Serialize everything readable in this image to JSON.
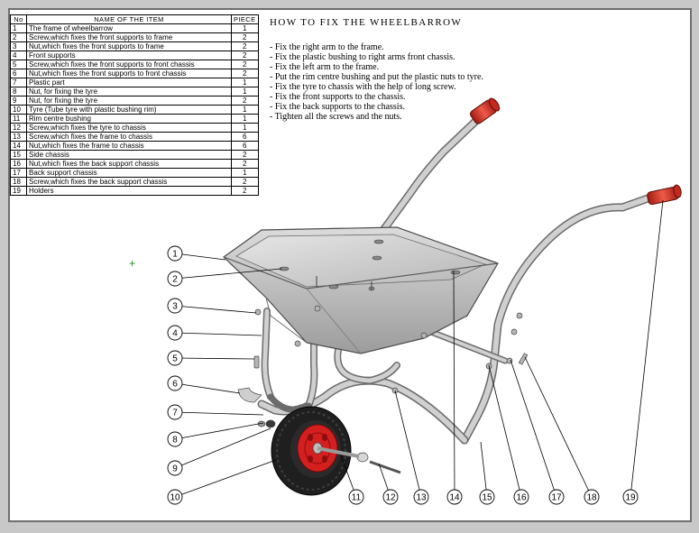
{
  "table": {
    "headers": {
      "no": "No",
      "name": "NAME OF THE ITEM",
      "piece": "PIECE"
    },
    "rows": [
      {
        "no": "1",
        "name": "The frame of wheelbarrow",
        "piece": "1"
      },
      {
        "no": "2",
        "name": "Screw,which fixes the front supports to frame",
        "piece": "2"
      },
      {
        "no": "3",
        "name": "Nut,which fixes the front supports to frame",
        "piece": "2"
      },
      {
        "no": "4",
        "name": "Front supports",
        "piece": "2"
      },
      {
        "no": "5",
        "name": "Screw,which fixes the front supports to front chassis",
        "piece": "2"
      },
      {
        "no": "6",
        "name": "Nut,which fixes the front supports to front chassis",
        "piece": "2"
      },
      {
        "no": "7",
        "name": "Plastic part",
        "piece": "1"
      },
      {
        "no": "8",
        "name": "Nut, for fixing the tyre",
        "piece": "1"
      },
      {
        "no": "9",
        "name": "Nut, for fixing the tyre",
        "piece": "2"
      },
      {
        "no": "10",
        "name": "Tyre (Tube tyre with plastic bushing rim)",
        "piece": "1"
      },
      {
        "no": "11",
        "name": "Rim centre bushing",
        "piece": "1"
      },
      {
        "no": "12",
        "name": "Screw,which fixes the tyre to chassis",
        "piece": "1"
      },
      {
        "no": "13",
        "name": "Screw,which fixes the frame to chassis",
        "piece": "6"
      },
      {
        "no": "14",
        "name": "Nut,which fixes the frame to chassis",
        "piece": "6"
      },
      {
        "no": "15",
        "name": "Side chassis",
        "piece": "2"
      },
      {
        "no": "16",
        "name": "Nut,which fixes the back support chassis",
        "piece": "2"
      },
      {
        "no": "17",
        "name": "Back support chassis",
        "piece": "1"
      },
      {
        "no": "18",
        "name": "Screw,which fixes the back support chassis",
        "piece": "2"
      },
      {
        "no": "19",
        "name": "Holders",
        "piece": "2"
      }
    ]
  },
  "instructions": {
    "title": "HOW TO FIX THE WHEELBARROW",
    "steps": [
      "- Fix the right arm  to the frame.",
      "- Fix  the plastic bushing to right arms front  chassis.",
      "- Fix the left arm  to the frame.",
      "- Put the rim centre bushing and put the plastic nuts to tyre.",
      "- Fix the tyre to chassis with the help of long screw.",
      "- Fix the front  supports to the chassis.",
      "- Fix the back supports to the chassis.",
      "- Tighten all the screws  and the nuts."
    ]
  },
  "callouts": [
    "1",
    "2",
    "3",
    "4",
    "5",
    "6",
    "7",
    "8",
    "9",
    "10",
    "11",
    "12",
    "13",
    "14",
    "15",
    "16",
    "17",
    "18",
    "19"
  ],
  "marker": "+",
  "colors": {
    "frame": "#b9b9b9",
    "tube": "#c4c4c4",
    "grip": "#d23a2a",
    "rim": "#d41f1f",
    "tyre": "#1e1e1e",
    "marker": "#1a8a1a"
  }
}
